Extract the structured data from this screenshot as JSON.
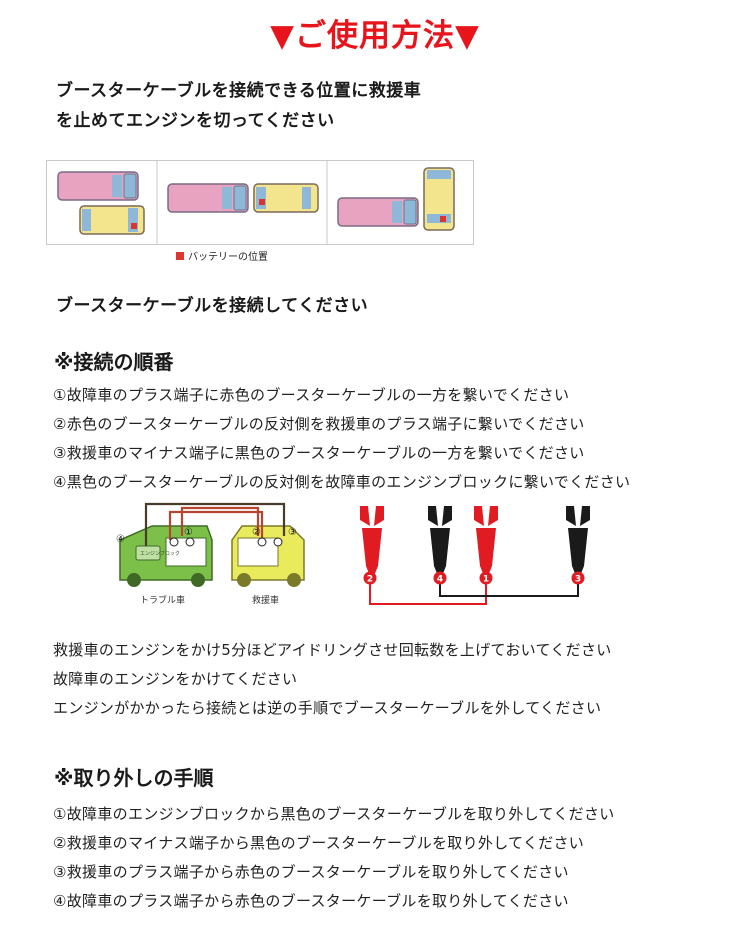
{
  "title": "▼ご使用方法▼",
  "intro": {
    "line1": "ブースターケーブルを接続できる位置に救援車",
    "line2": "を止めてエンジンを切ってください"
  },
  "position_diagram": {
    "legend": "バッテリーの位置"
  },
  "connect_instruction": "ブースターケーブルを接続してください",
  "connect_order": {
    "heading": "※接続の順番",
    "steps": [
      "①故障車のプラス端子に赤色のブースターケーブルの一方を繋いでください",
      "②赤色のブースターケーブルの反対側を救援車のプラス端子に繋いでください",
      "③救援車のマイナス端子に黒色のブースターケーブルの一方を繋いでください",
      "④黒色のブースターケーブルの反対側を故障車のエンジンブロックに繋いでください"
    ]
  },
  "car_diagram": {
    "trouble_label": "トラブル車",
    "rescue_label": "救援車",
    "engine_block_label": "エンジンブロック",
    "markers": [
      "①",
      "②",
      "③",
      "④"
    ]
  },
  "clamp_diagram": {
    "numbers": [
      "2",
      "4",
      "1",
      "3"
    ]
  },
  "after_steps": [
    "救援車のエンジンをかけ5分ほどアイドリングさせ回転数を上げておいてください",
    "故障車のエンジンをかけてください",
    "エンジンがかかったら接続とは逆の手順でブースターケーブルを外してください"
  ],
  "removal_order": {
    "heading": "※取り外しの手順",
    "steps": [
      "①故障車のエンジンブロックから黒色のブースターケーブルを取り外してください",
      "②救援車のマイナス端子から黒色のブースターケーブルを取り外してください",
      "③救援車のプラス端子から赤色のブースターケーブルを取り外してください",
      "④故障車のプラス端子から赤色のブースターケーブルを取り外してください"
    ]
  },
  "colors": {
    "title_red": "#e8141c",
    "clamp_red": "#e01b22",
    "clamp_black": "#1a1a1a",
    "trouble_car_green": "#7cc04a",
    "rescue_car_yellow": "#e9ea5c",
    "car_pink": "#e7a3bf",
    "car_yellow": "#f3e58e",
    "battery_red": "#d9362e"
  }
}
